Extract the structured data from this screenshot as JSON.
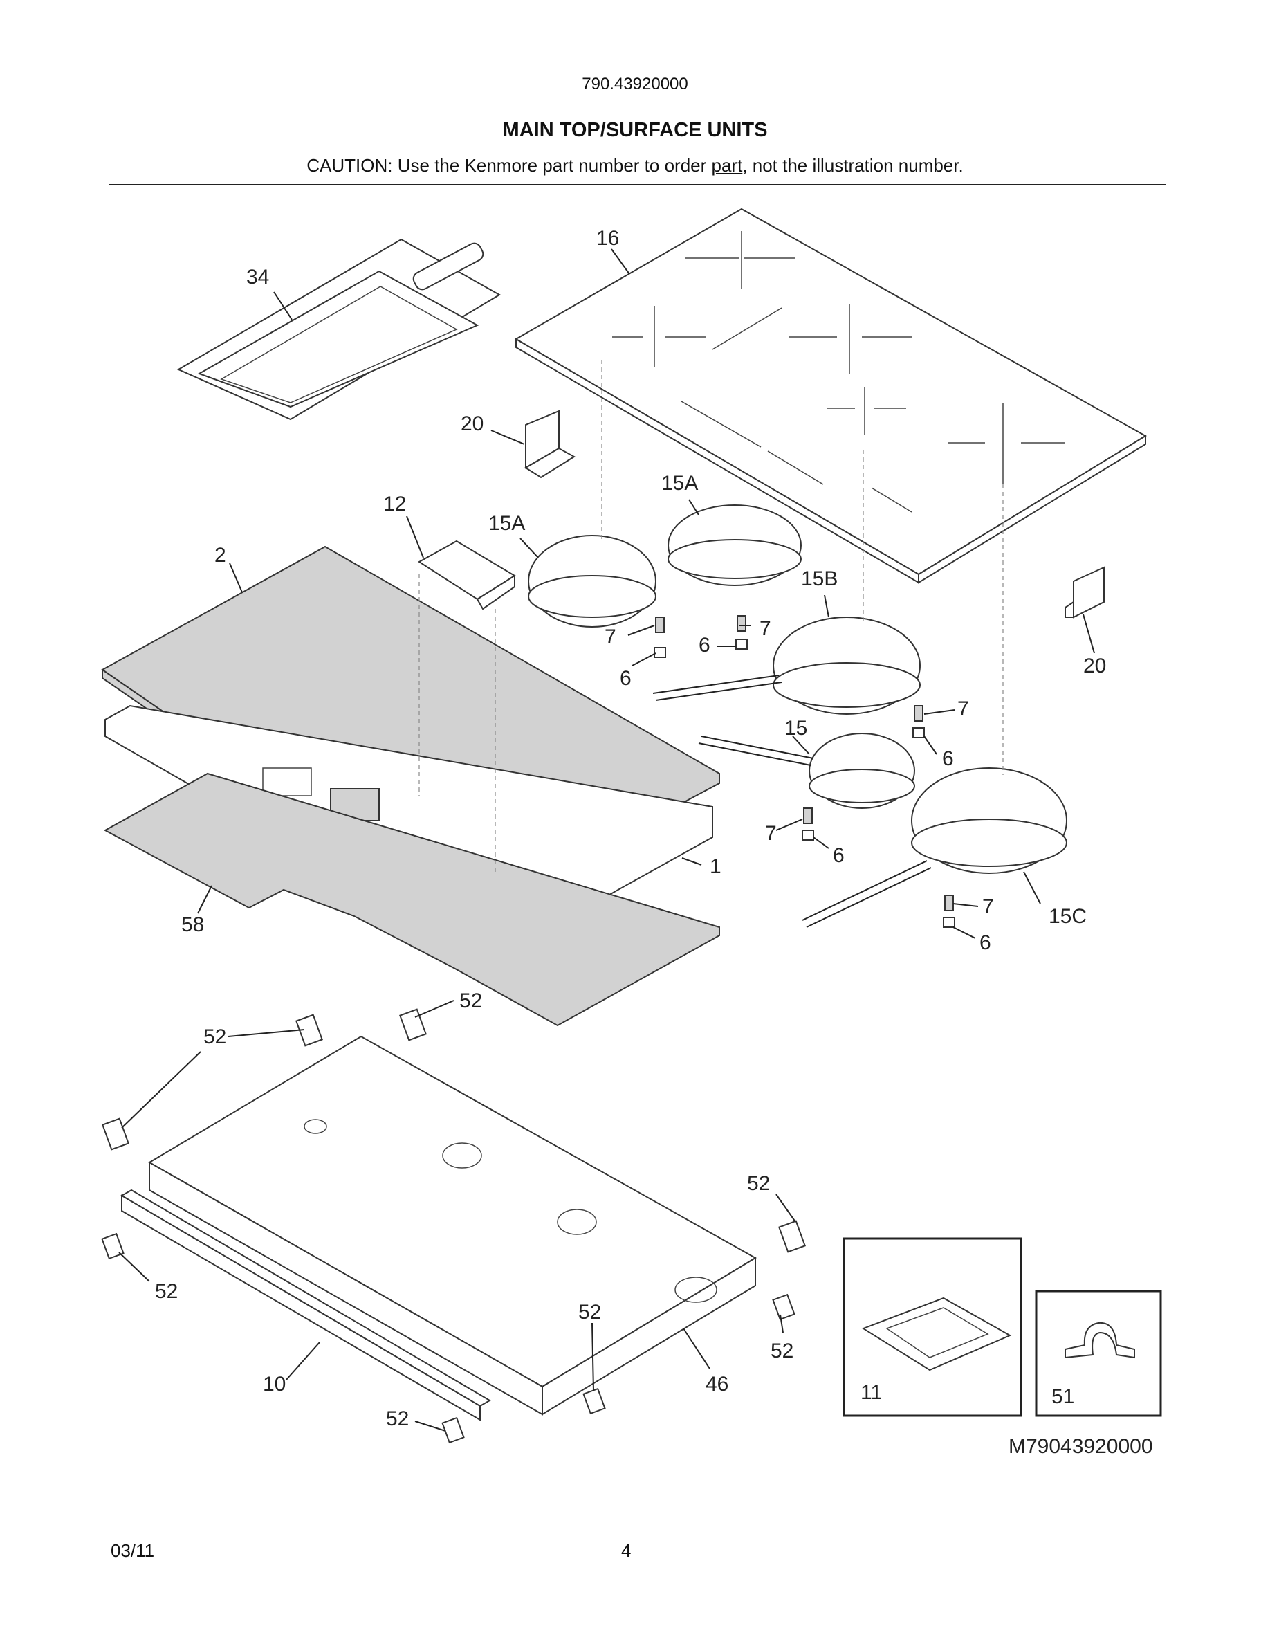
{
  "header": {
    "model_number": "790.43920000",
    "title": "MAIN TOP/SURFACE UNITS",
    "caution_prefix": "CAUTION: Use the Kenmore part number to order ",
    "caution_underlined": "part",
    "caution_suffix": ", not the illustration number."
  },
  "callouts": {
    "c34": "34",
    "c16": "16",
    "c20a": "20",
    "c20b": "20",
    "c12": "12",
    "c15a_left": "15A",
    "c15a_right": "15A",
    "c15b": "15B",
    "c15": "15",
    "c15c": "15C",
    "c2": "2",
    "c1": "1",
    "c58": "58",
    "c7a": "7",
    "c6a": "6",
    "c7b": "7",
    "c6b": "6",
    "c7c": "7",
    "c6c": "6",
    "c7d": "7",
    "c6d": "6",
    "c7e": "7",
    "c6e": "6",
    "c52a": "52",
    "c52b": "52",
    "c52c": "52",
    "c52d": "52",
    "c52e": "52",
    "c52f": "52",
    "c52g": "52",
    "c10": "10",
    "c46": "46",
    "c11": "11",
    "c51": "51"
  },
  "diagram_code": "M79043920000",
  "footer": {
    "date": "03/11",
    "page": "4"
  }
}
